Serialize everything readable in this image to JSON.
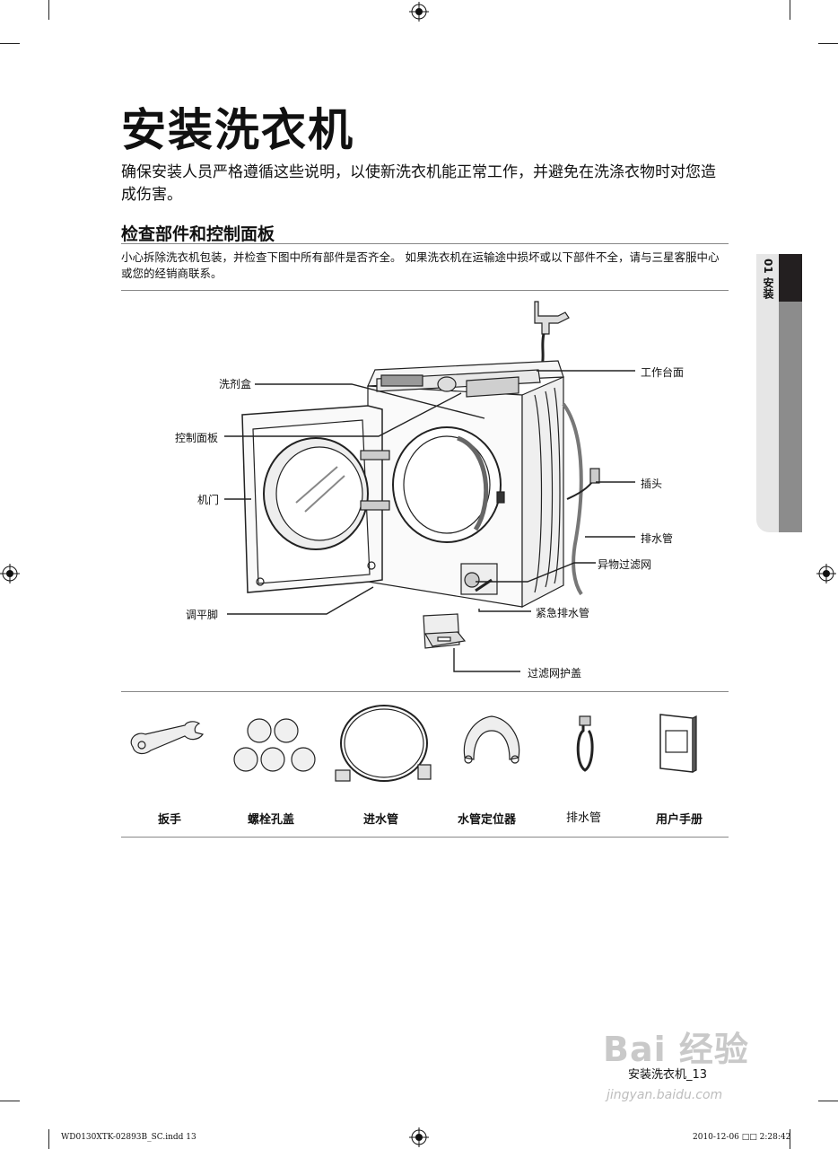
{
  "page": {
    "title": "安装洗衣机",
    "intro": "确保安装人员严格遵循这些说明，以使新洗衣机能正常工作，并避免在洗涤衣物时对您造成伤害。",
    "section_title": "检查部件和控制面板",
    "section_desc": "小心拆除洗衣机包装，并检查下图中所有部件是否齐全。 如果洗衣机在运输途中损坏或以下部件不全，请与三星客服中心或您的经销商联系。"
  },
  "side_tab": {
    "text": "01 安装"
  },
  "diagram_labels": {
    "detergent": "洗剂盒",
    "control_panel": "控制面板",
    "door": "机门",
    "leveling_feet": "调平脚",
    "worktop": "工作台面",
    "plug": "插头",
    "drain_hose": "排水管",
    "filter": "异物过滤网",
    "emergency_drain": "紧急排水管",
    "filter_cover": "过滤网护盖"
  },
  "accessories": [
    {
      "icon": "wrench-icon",
      "label": "扳手"
    },
    {
      "icon": "bolt-caps-icon",
      "label": "螺栓孔盖"
    },
    {
      "icon": "water-hose-icon",
      "label": "进水管"
    },
    {
      "icon": "hose-guide-icon",
      "label": "水管定位器"
    },
    {
      "icon": "drain-hose-icon",
      "label": "排水管"
    },
    {
      "icon": "manual-icon",
      "label": "用户手册"
    }
  ],
  "footer": {
    "page_label": "安装洗衣机_13",
    "file": "WD0130XTK-02893B_SC.indd   13",
    "timestamp": "2010-12-06   □□ 2:28:42"
  },
  "watermark": {
    "brand": "Bai 经验",
    "url": "jingyan.baidu.com"
  },
  "colors": {
    "tab_dark": "#231f20",
    "tab_gray": "#8c8c8c",
    "tab_light": "#e6e6e6"
  }
}
